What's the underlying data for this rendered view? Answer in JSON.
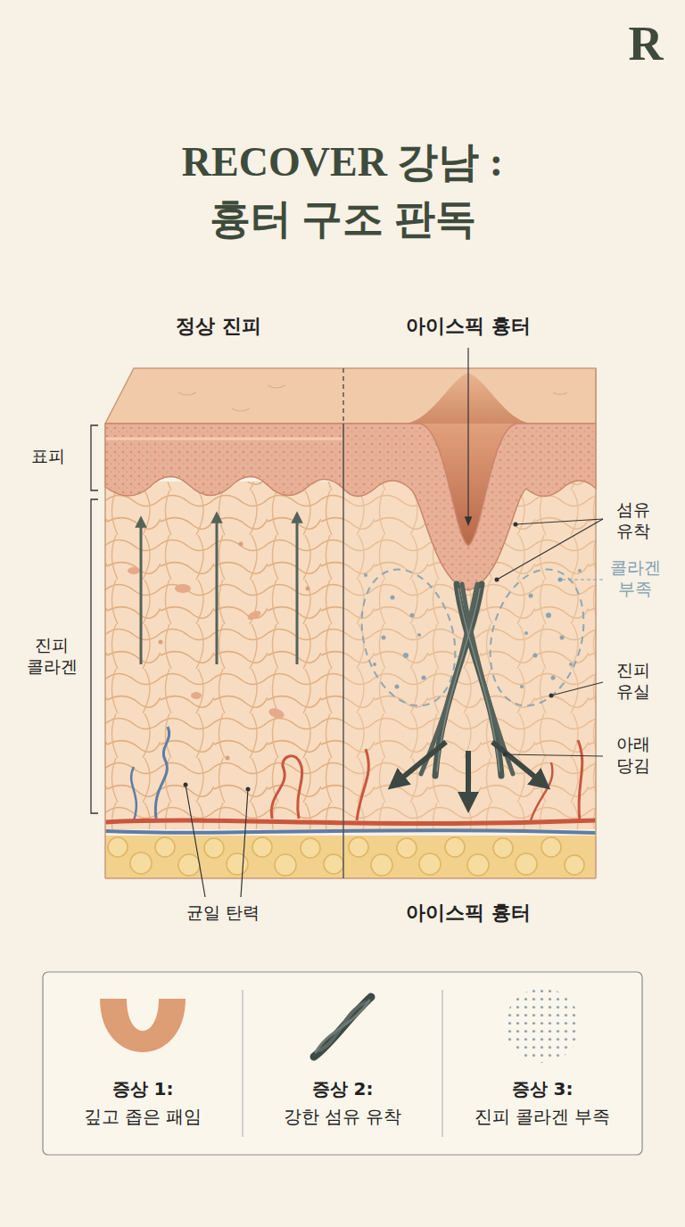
{
  "diagram": {
    "title": "RECOVER 강남 : 흉터 구조 판독",
    "nodes": [
      {
        "text": [
          "증상 1:",
          "깊고 좁은 패임"
        ]
      },
      {
        "text": [
          "증상 2:",
          "강한 섬유 유착"
        ]
      },
      {
        "text": [
          "증상 3:",
          "진피 콜라겐 부족"
        ]
      }
    ],
    "labels": [
      "R",
      "정상 진피",
      "아이스픽 흉터",
      "표피",
      "진피 콜라겐",
      "섬유 유착",
      "콜라겐 부족",
      "진피 유실",
      "아래 당김",
      "균일 탄력",
      "아이스픽 흉터"
    ]
  }
}
